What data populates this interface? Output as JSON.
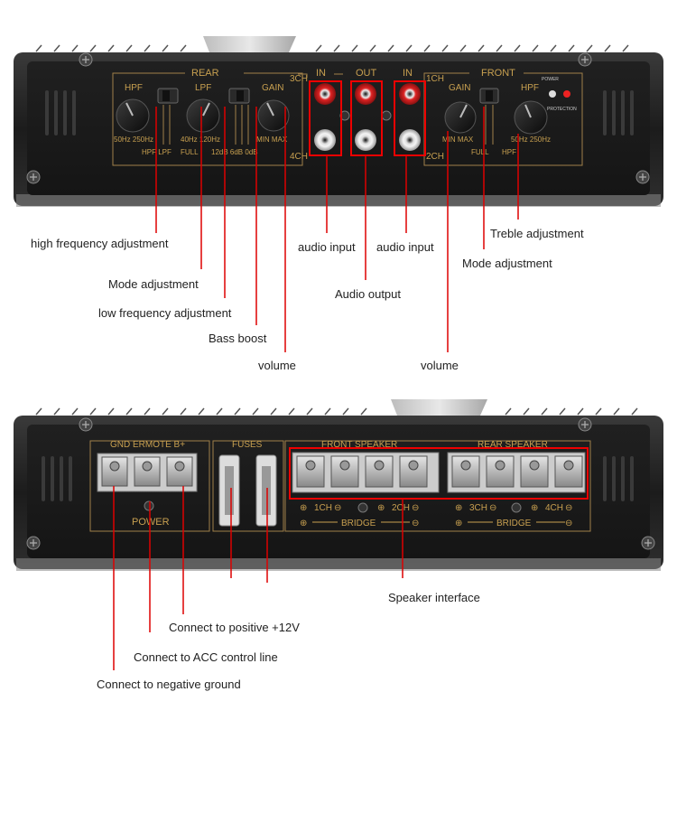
{
  "top_panel": {
    "section_rear": "REAR",
    "section_front": "FRONT",
    "ch3": "3CH",
    "ch4": "4CH",
    "ch1": "1CH",
    "ch2": "2CH",
    "in_left": "IN",
    "out": "OUT",
    "in_right": "IN",
    "rear_hpf": "HPF",
    "rear_lpf": "LPF",
    "rear_gain": "GAIN",
    "rear_hpf_scale": "50Hz 250Hz",
    "rear_mode_labels": "HPF  LPF",
    "rear_lpf_scale": "40Hz 120Hz",
    "rear_full": "FULL",
    "rear_boost_scale": "12dB  6dB 0dB",
    "rear_gain_scale": "MIN    MAX",
    "front_gain": "GAIN",
    "front_hpf": "HPF",
    "front_gain_scale": "MIN    MAX",
    "front_full": "FULL",
    "front_hpf_scale": "50Hz 250Hz",
    "front_hpf_bottom": "HPF",
    "power_led": "POWER",
    "protection_led": "PROTECTION"
  },
  "bottom_panel": {
    "power_terminals": "GND ERMOTE B+",
    "power_label": "POWER",
    "fuses_label": "FUSES",
    "front_speaker": "FRONT SPEAKER",
    "rear_speaker": "REAR SPEAKER",
    "ch1": "1CH",
    "ch2": "2CH",
    "ch3": "3CH",
    "ch4": "4CH",
    "bridge_left": "BRIDGE",
    "bridge_right": "BRIDGE"
  },
  "callouts": {
    "high_freq": "high frequency adjustment",
    "mode_left": "Mode adjustment",
    "low_freq": "low frequency adjustment",
    "bass_boost": "Bass boost",
    "volume_left": "volume",
    "audio_input_left": "audio input",
    "audio_output": "Audio output",
    "audio_input_right": "audio input",
    "treble": "Treble adjustment",
    "mode_right": "Mode adjustment",
    "volume_right": "volume",
    "speaker_interface": "Speaker interface",
    "positive_12v": "Connect to positive +12V",
    "acc_line": "Connect to ACC control line",
    "negative_ground": "Connect to negative ground"
  }
}
